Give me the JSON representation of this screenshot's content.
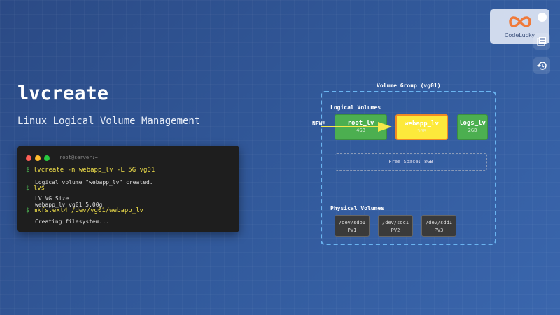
{
  "title": "lvcreate",
  "subtitle": "Linux Logical Volume Management",
  "terminal": {
    "window_title": "root@server:~",
    "prompt": "$",
    "lines": [
      {
        "cmd": "lvcreate -n webapp_lv -L 5G vg01",
        "out": [
          "Logical volume \"webapp_lv\" created."
        ]
      },
      {
        "cmd": "lvs",
        "out": [
          "LV VG Size",
          "webapp_lv vg01 5.00g"
        ]
      },
      {
        "cmd": "mkfs.ext4 /dev/vg01/webapp_lv",
        "out": [
          "Creating filesystem..."
        ]
      }
    ]
  },
  "diagram": {
    "vg_title": "Volume Group (vg01)",
    "lv_heading": "Logical Volumes",
    "new_label": "NEW!",
    "lvs": [
      {
        "name": "root_lv",
        "size": "4GB"
      },
      {
        "name": "webapp_lv",
        "size": "5GB"
      },
      {
        "name": "logs_lv",
        "size": "2GB"
      }
    ],
    "free_space": "Free Space: 8GB",
    "pv_heading": "Physical Volumes",
    "pvs": [
      {
        "dev": "/dev/sdb1",
        "label": "PV1"
      },
      {
        "dev": "/dev/sdc1",
        "label": "PV2"
      },
      {
        "dev": "/dev/sdd1",
        "label": "PV3"
      }
    ]
  },
  "logo": {
    "text": "CodeLucky"
  },
  "colors": {
    "lv_green": "#4caf50",
    "lv_new": "#fde93b",
    "arrow": "#f5e84a",
    "vg_border": "#6ab4f0"
  }
}
